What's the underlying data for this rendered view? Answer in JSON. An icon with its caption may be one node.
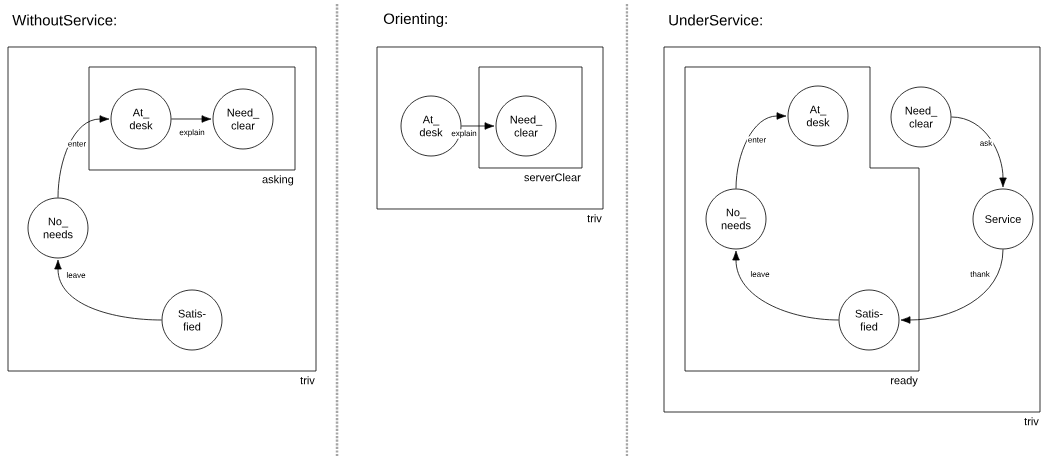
{
  "diagram": {
    "nodes": [
      {
        "text": [
          "triv"
        ]
      },
      {
        "text": [
          "asking"
        ],
        "in": 0
      },
      {
        "text": [
          "At_ desk"
        ],
        "in": 1
      },
      {
        "text": [
          "Need_ clear"
        ],
        "in": 1
      },
      {
        "text": [
          "No_ needs"
        ],
        "in": 0
      },
      {
        "text": [
          "Satis- fied"
        ],
        "in": 0
      },
      {
        "text": [
          "triv"
        ]
      },
      {
        "text": [
          "serverClear"
        ],
        "in": 6
      },
      {
        "text": [
          "At_ desk"
        ],
        "in": 6
      },
      {
        "text": [
          "Need_ clear"
        ],
        "in": 7
      },
      {
        "text": [
          "triv"
        ]
      },
      {
        "text": [
          "ready"
        ],
        "in": 10
      },
      {
        "text": [
          "At_ desk"
        ],
        "in": 11
      },
      {
        "text": [
          "Need_ clear"
        ],
        "in": 10
      },
      {
        "text": [
          "No_ needs"
        ],
        "in": 11
      },
      {
        "text": [
          "Service"
        ],
        "in": 10
      },
      {
        "text": [
          "Satis- fied"
        ],
        "in": 11
      }
    ],
    "edges": [
      {
        "from": 2,
        "to": 3,
        "arrow": "to",
        "label": "explain"
      },
      {
        "from": 4,
        "to": 2,
        "arrow": "to",
        "label": "enter"
      },
      {
        "from": 5,
        "to": 4,
        "arrow": "to",
        "label": "leave"
      },
      {
        "from": 8,
        "to": 9,
        "arrow": "to",
        "label": "explain"
      },
      {
        "from": 14,
        "to": 12,
        "arrow": "to",
        "label": "enter"
      },
      {
        "from": 13,
        "to": 15,
        "arrow": "to",
        "label": "ask"
      },
      {
        "from": 15,
        "to": 16,
        "arrow": "to",
        "label": "thank"
      },
      {
        "from": 16,
        "to": 14,
        "arrow": "to",
        "label": "leave"
      }
    ],
    "labels": [
      "WithoutService:",
      "Orienting:",
      "UnderService:"
    ]
  }
}
